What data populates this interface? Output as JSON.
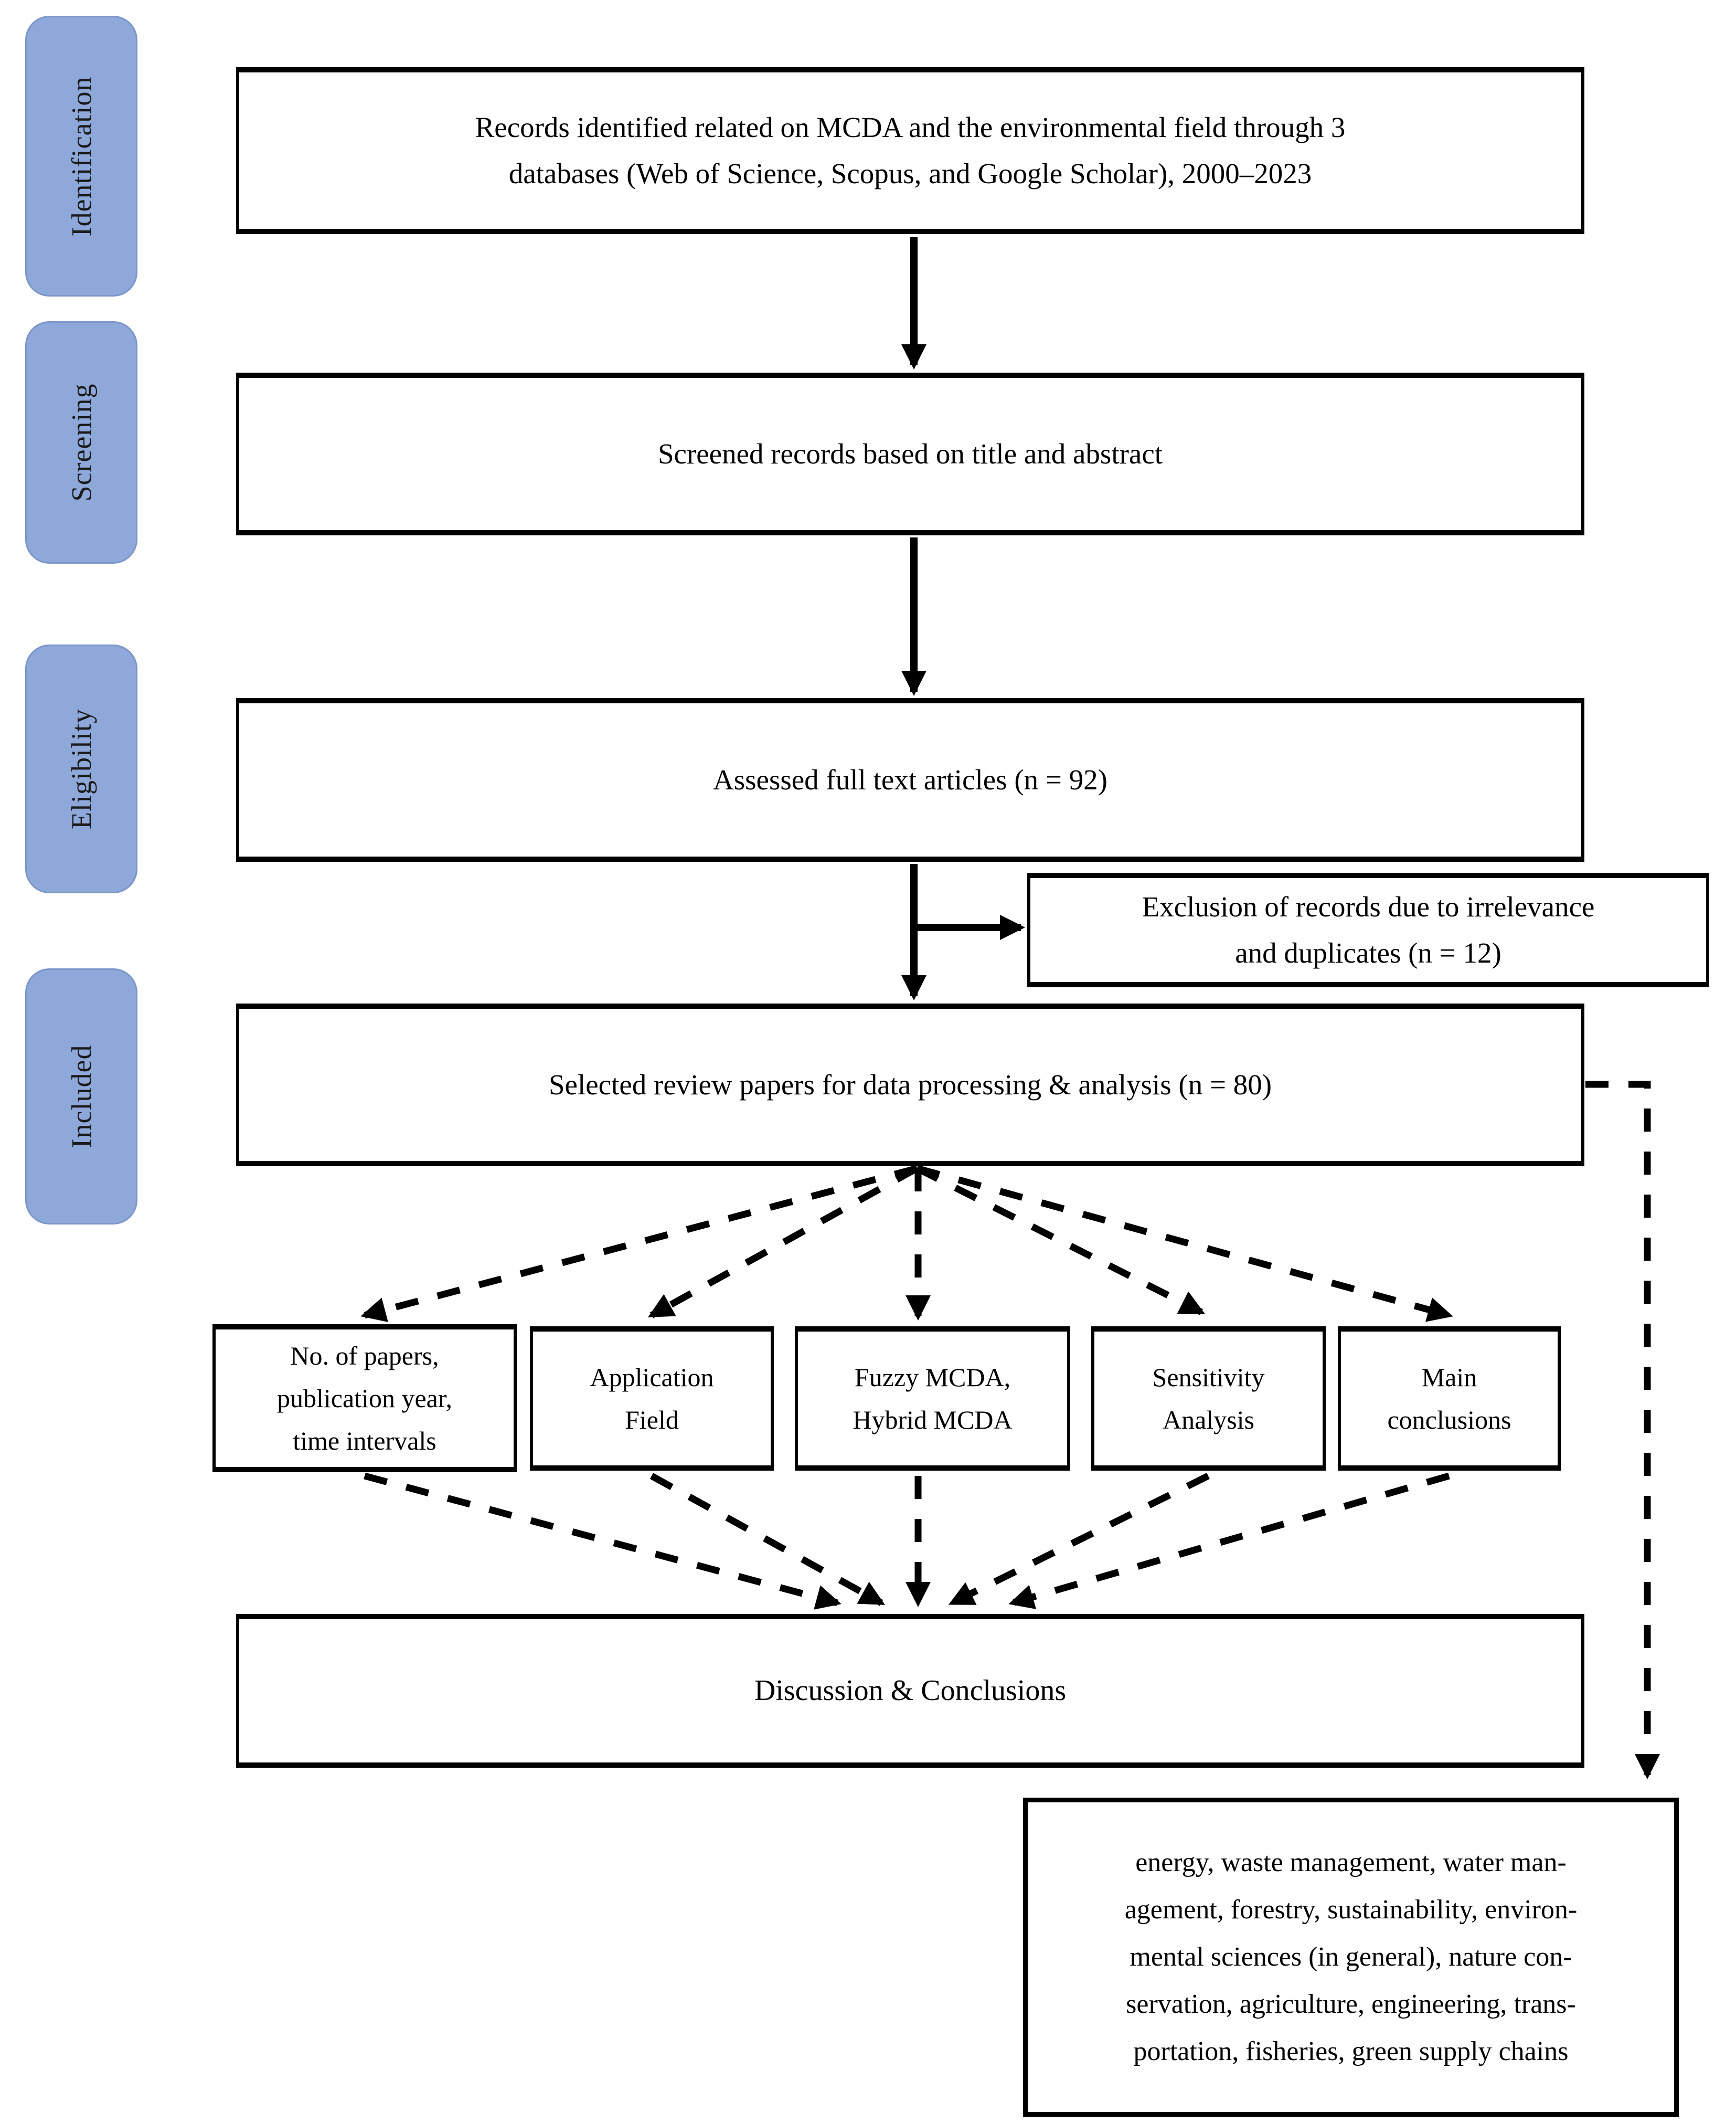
{
  "stages": [
    {
      "label": "Identification"
    },
    {
      "label": "Screening"
    },
    {
      "label": "Eligibility"
    },
    {
      "label": "Included"
    }
  ],
  "flow": {
    "records": {
      "lines": [
        "Records identified related on MCDA and the environmental field through 3",
        "databases (Web of Science, Scopus, and Google Scholar), 2000–2023"
      ]
    },
    "screened": {
      "text": "Screened records based on title and abstract"
    },
    "assessed": {
      "text": "Assessed full text articles (n = 92)"
    },
    "exclusion": {
      "lines": [
        "Exclusion of records due to irrelevance",
        "and duplicates (n = 12)"
      ]
    },
    "selected": {
      "text": "Selected review papers for data processing & analysis (n = 80)"
    },
    "categories": [
      {
        "lines": [
          "No. of papers,",
          "publication year,",
          "time intervals"
        ]
      },
      {
        "lines": [
          "Application",
          "Field"
        ]
      },
      {
        "lines": [
          "Fuzzy MCDA,",
          "Hybrid MCDA"
        ]
      },
      {
        "lines": [
          "Sensitivity",
          "Analysis"
        ]
      },
      {
        "lines": [
          "Main",
          "conclusions"
        ]
      }
    ],
    "discussion": {
      "text": "Discussion & Conclusions"
    },
    "fields": {
      "lines": [
        "energy, waste management, water man-",
        "agement, forestry, sustainability, environ-",
        "mental sciences (in general), nature con-",
        "servation, agriculture, engineering, trans-",
        "portation, fisheries, green supply chains"
      ]
    }
  },
  "colors": {
    "stage_fill": "#8EA8DA",
    "stage_text": "#1a1a1a",
    "line": "#000000",
    "box_border": "#000000",
    "background": "#ffffff",
    "text": "#000000"
  }
}
